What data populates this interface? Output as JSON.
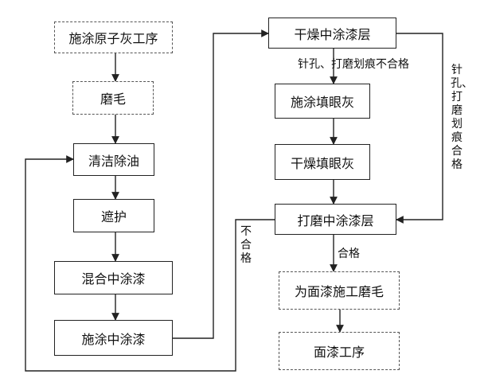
{
  "nodes": {
    "apply_atomic_ash": "施涂原子灰工序",
    "sanding_1": "磨毛",
    "cleaning": "清洁除油",
    "masking": "遮护",
    "mix_mid_coat": "混合中涂漆",
    "apply_mid_coat": "施涂中涂漆",
    "dry_mid_coat": "干燥中涂漆层",
    "fill_pinholes": "施涂填眼灰",
    "dry_fill": "干燥填眼灰",
    "sand_mid_coat": "打磨中涂漆层",
    "sand_for_topcoat": "为面漆施工磨毛",
    "topcoat_process": "面漆工序"
  },
  "edge_labels": {
    "pinholes_defect": "针孔、打磨划痕不合格",
    "pinholes_ok": "针孔、打磨划痕合格",
    "not_qualified": "不合格",
    "qualified": "合格"
  }
}
